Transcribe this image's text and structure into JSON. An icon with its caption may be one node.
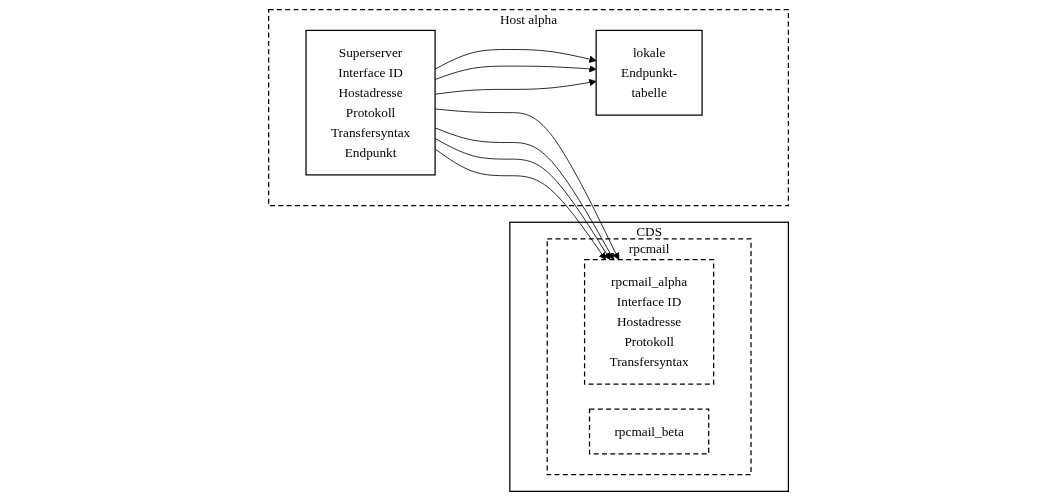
{
  "diagram": {
    "nodes": [
      {
        "text": [
          "CDS"
        ]
      },
      {
        "text": [
          "rpcmail"
        ],
        "in": 0
      },
      {
        "text": [
          "rpcmail_alpha",
          "Interface ID",
          "Hostadresse",
          "Protokoll",
          "Transfersyntax"
        ],
        "in": 1
      },
      {
        "text": [
          "rpcmail_beta"
        ],
        "in": 1
      },
      {
        "text": [
          "Host alpha"
        ]
      },
      {
        "text": [
          "Superserver",
          "Interface ID",
          "Hostadresse",
          "Protokoll",
          "Transfersyntax",
          "Endpunkt"
        ],
        "in": 4
      },
      {
        "text": [
          "lokale",
          "Endpunkt-",
          "tabelle"
        ],
        "in": 4
      }
    ],
    "edges": [
      {
        "from": 5,
        "to": 2,
        "arrow": "to"
      },
      {
        "from": 5,
        "to": 2,
        "arrow": "to"
      },
      {
        "from": 5,
        "to": 2,
        "arrow": "to"
      },
      {
        "from": 5,
        "to": 2,
        "arrow": "to"
      },
      {
        "from": 5,
        "to": 6,
        "arrow": "to"
      },
      {
        "from": 5,
        "to": 6,
        "arrow": "to"
      },
      {
        "from": 5,
        "to": 6,
        "arrow": "to"
      }
    ]
  }
}
